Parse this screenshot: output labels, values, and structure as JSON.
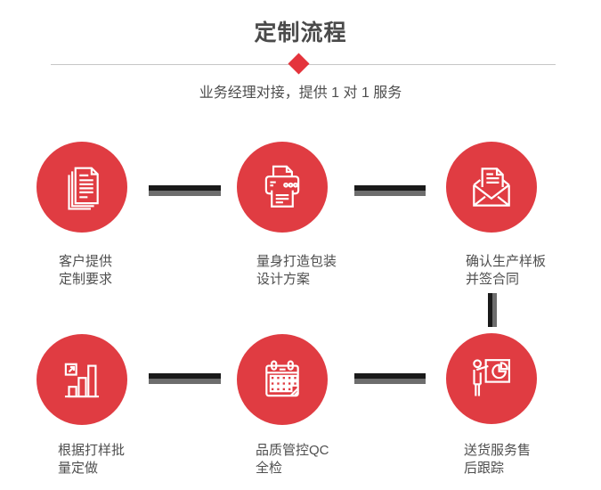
{
  "page": {
    "title": "定制流程",
    "subtitle": "业务经理对接，提供 1 对 1 服务"
  },
  "colors": {
    "circle_red": "#e03c42",
    "diamond_red": "#e4343c",
    "connector_dark": "#1a1a1a",
    "connector_gray": "#6d6d6d",
    "divider_gray": "#c6c6c6",
    "title_text": "#4a4a4a",
    "label_text": "#4f4f4f"
  },
  "steps": [
    {
      "icon": "stacked-documents-icon",
      "line1": "客户提供",
      "line2": "定制要求"
    },
    {
      "icon": "printer-icon",
      "line1": "量身打造包装",
      "line2": "设计方案"
    },
    {
      "icon": "open-envelope-icon",
      "line1": "确认生产样板",
      "line2": "并签合同"
    },
    {
      "icon": "bar-chart-icon",
      "line1": "根据打样批",
      "line2": "量定做"
    },
    {
      "icon": "calendar-icon",
      "line1": "品质管控QC",
      "line2": "全检"
    },
    {
      "icon": "presentation-icon",
      "line1": "送货服务售",
      "line2": "后跟踪"
    }
  ]
}
